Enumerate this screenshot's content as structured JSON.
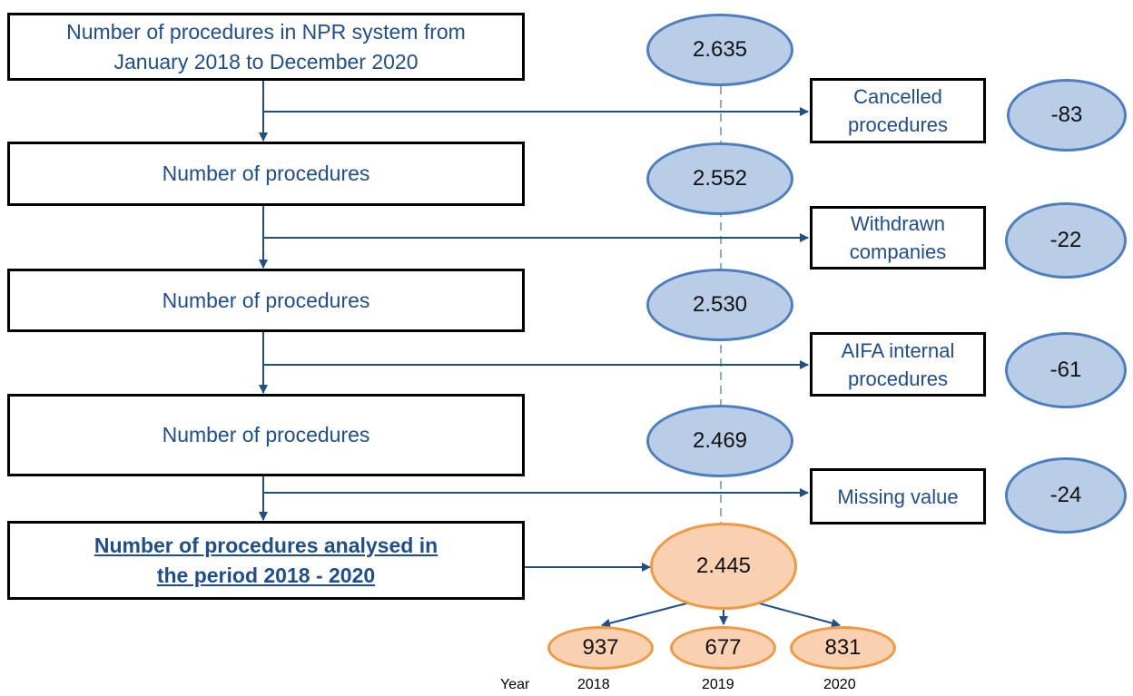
{
  "main_boxes": [
    {
      "text": "Number of procedures in NPR system from January 2018 to December 2020"
    },
    {
      "text": "Number of procedures"
    },
    {
      "text": "Number of procedures"
    },
    {
      "text": "Number of procedures"
    },
    {
      "text": "Number of procedures analysed in the period 2018 - 2020"
    }
  ],
  "counts": [
    "2.635",
    "2.552",
    "2.530",
    "2.469",
    "2.445"
  ],
  "exclusions": [
    {
      "label": "Cancelled procedures",
      "value": "-83"
    },
    {
      "label": "Withdrawn companies",
      "value": "-22"
    },
    {
      "label": "AIFA internal procedures",
      "value": "-61"
    },
    {
      "label": "Missing value",
      "value": "-24"
    }
  ],
  "year_label": "Year",
  "years": [
    {
      "count": "937",
      "year": "2018"
    },
    {
      "count": "677",
      "year": "2019"
    },
    {
      "count": "831",
      "year": "2020"
    }
  ],
  "colors": {
    "text": "#1f4e8c",
    "arrow": "#1f4e8c",
    "oval_blue_fill": "#b9cde6",
    "oval_blue_border": "#4d7fc0",
    "oval_orange_fill": "#f9d0b0",
    "oval_orange_border": "#ed9a42",
    "dashed_line": "#8aaad2"
  }
}
